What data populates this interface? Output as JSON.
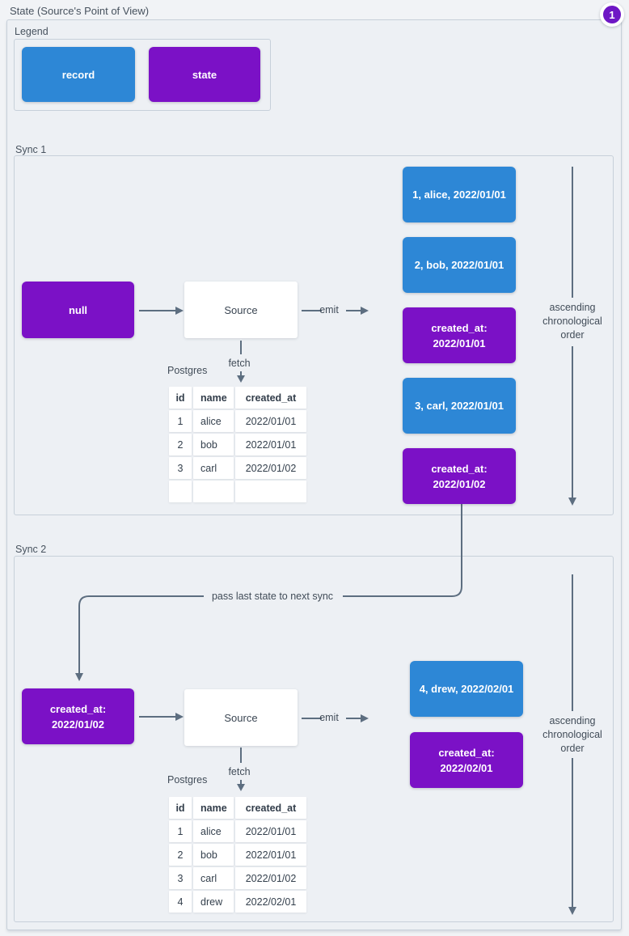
{
  "page": {
    "title": "State (Source's Point of View)",
    "badge": "1"
  },
  "colors": {
    "record": "#2d87d6",
    "state": "#7b11c6",
    "badge": "#6e17c5",
    "line": "#5d6e80"
  },
  "legend": {
    "label": "Legend",
    "record_label": "record",
    "state_label": "state"
  },
  "sync1": {
    "label": "Sync 1",
    "input_state": "null",
    "source": "Source",
    "emit": "emit",
    "fetch": "fetch",
    "database": "Postgres",
    "table": {
      "headers": [
        "id",
        "name",
        "created_at"
      ],
      "rows": [
        [
          "1",
          "alice",
          "2022/01/01"
        ],
        [
          "2",
          "bob",
          "2022/01/01"
        ],
        [
          "3",
          "carl",
          "2022/01/02"
        ],
        [
          "",
          "",
          ""
        ]
      ]
    },
    "emitted": [
      {
        "type": "record",
        "label": "1, alice, 2022/01/01"
      },
      {
        "type": "record",
        "label": "2, bob, 2022/01/01"
      },
      {
        "type": "state",
        "label": "created_at: 2022/01/01"
      },
      {
        "type": "record",
        "label": "3, carl, 2022/01/01"
      },
      {
        "type": "state",
        "label": "created_at: 2022/01/02"
      }
    ],
    "order_note": "ascending chronological order"
  },
  "connector": {
    "label": "pass last state to next sync"
  },
  "sync2": {
    "label": "Sync 2",
    "input_state": "created_at: 2022/01/02",
    "source": "Source",
    "emit": "emit",
    "fetch": "fetch",
    "database": "Postgres",
    "table": {
      "headers": [
        "id",
        "name",
        "created_at"
      ],
      "rows": [
        [
          "1",
          "alice",
          "2022/01/01"
        ],
        [
          "2",
          "bob",
          "2022/01/01"
        ],
        [
          "3",
          "carl",
          "2022/01/02"
        ],
        [
          "4",
          "drew",
          "2022/02/01"
        ]
      ]
    },
    "emitted": [
      {
        "type": "record",
        "label": "4, drew, 2022/02/01"
      },
      {
        "type": "state",
        "label": "created_at: 2022/02/01"
      }
    ],
    "order_note": "ascending chronological order"
  }
}
